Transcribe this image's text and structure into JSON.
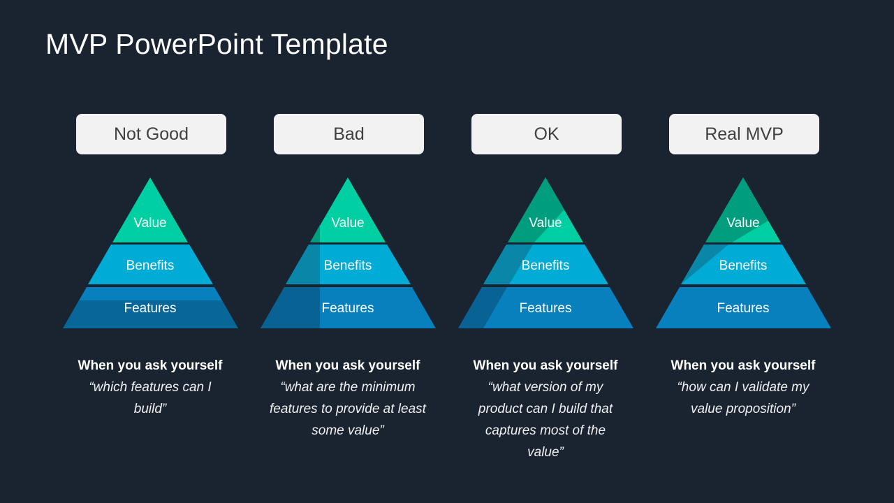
{
  "slide": {
    "title": "MVP PowerPoint Template"
  },
  "colors": {
    "background": "#1a2330",
    "value_tier": "#00cfa3",
    "value_tier_shade": "#009e7e",
    "benefits_tier": "#00acd6",
    "benefits_tier_shade": "#0a86a8",
    "features_tier": "#0880bd",
    "features_tier_shade": "#086293",
    "label_box": "#f2f2f2",
    "label_text": "#404040"
  },
  "columns": [
    {
      "label": "Not Good",
      "tiers": {
        "value": "Value",
        "benefits": "Benefits",
        "features": "Features"
      },
      "shading": "bottom-band",
      "heading": "When you ask yourself",
      "quote": "“which features can I build”"
    },
    {
      "label": "Bad",
      "tiers": {
        "value": "Value",
        "benefits": "Benefits",
        "features": "Features"
      },
      "shading": "left-vertical",
      "heading": "When you ask yourself",
      "quote": "“what are the minimum features to provide at least some value”"
    },
    {
      "label": "OK",
      "tiers": {
        "value": "Value",
        "benefits": "Benefits",
        "features": "Features"
      },
      "shading": "left-diagonal",
      "heading": "When you ask yourself",
      "quote": "“what version of my product can I build that captures most of the value”"
    },
    {
      "label": "Real MVP",
      "tiers": {
        "value": "Value",
        "benefits": "Benefits",
        "features": "Features"
      },
      "shading": "top-diagonal",
      "heading": "When you ask yourself",
      "quote": "“how can I validate my value proposition”"
    }
  ]
}
